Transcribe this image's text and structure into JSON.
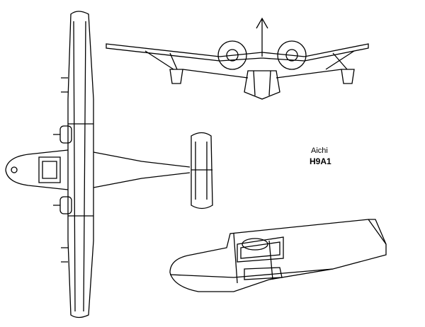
{
  "caption": {
    "manufacturer": "Aichi",
    "model": "H9A1"
  },
  "views": [
    "top-view",
    "front-view",
    "side-view"
  ]
}
